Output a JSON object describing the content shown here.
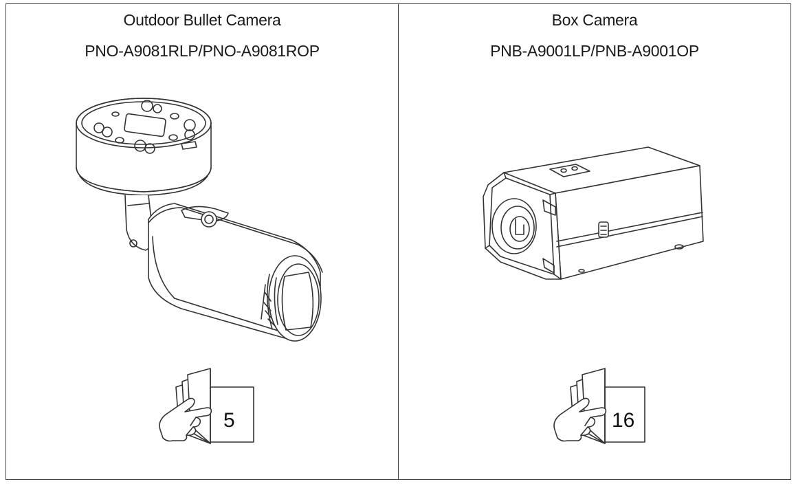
{
  "products": [
    {
      "title": "Outdoor Bullet Camera",
      "models": "PNO-A9081RLP/PNO-A9081ROP",
      "illustration_icon": "bullet-camera-icon",
      "page_ref": "5"
    },
    {
      "title": "Box Camera",
      "models": "PNB-A9001LP/PNB-A9001OP",
      "illustration_icon": "box-camera-icon",
      "page_ref": "16"
    }
  ],
  "reference_icon": "manual-page-hand-icon",
  "colors": {
    "line": "#333333",
    "border": "#444444",
    "background": "#ffffff"
  }
}
